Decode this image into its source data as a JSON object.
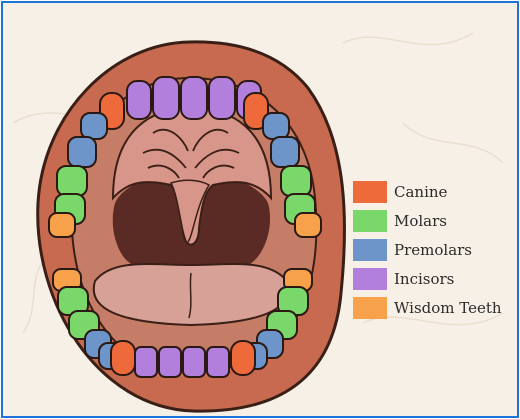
{
  "colors": {
    "frame_border": "#1e73d8",
    "background": "#f7f0e6",
    "lips": "#c76a4f",
    "lip_edge": "#3a1f16",
    "mouth_interior": "#c67d68",
    "throat": "#5a2b25",
    "palate": "#d8968a",
    "tongue": "#d8a197",
    "canine": "#ee6a3a",
    "molars": "#7ad86a",
    "premolars": "#6d95c9",
    "incisors": "#b280dc",
    "wisdom_teeth": "#f7a24a"
  },
  "legend": {
    "items": [
      {
        "label": "Canine",
        "color": "#ee6a3a"
      },
      {
        "label": "Molars",
        "color": "#7ad86a"
      },
      {
        "label": "Premolars",
        "color": "#6d95c9"
      },
      {
        "label": "Incisors",
        "color": "#b280dc"
      },
      {
        "label": "Wisdom Teeth",
        "color": "#f7a24a"
      }
    ]
  }
}
